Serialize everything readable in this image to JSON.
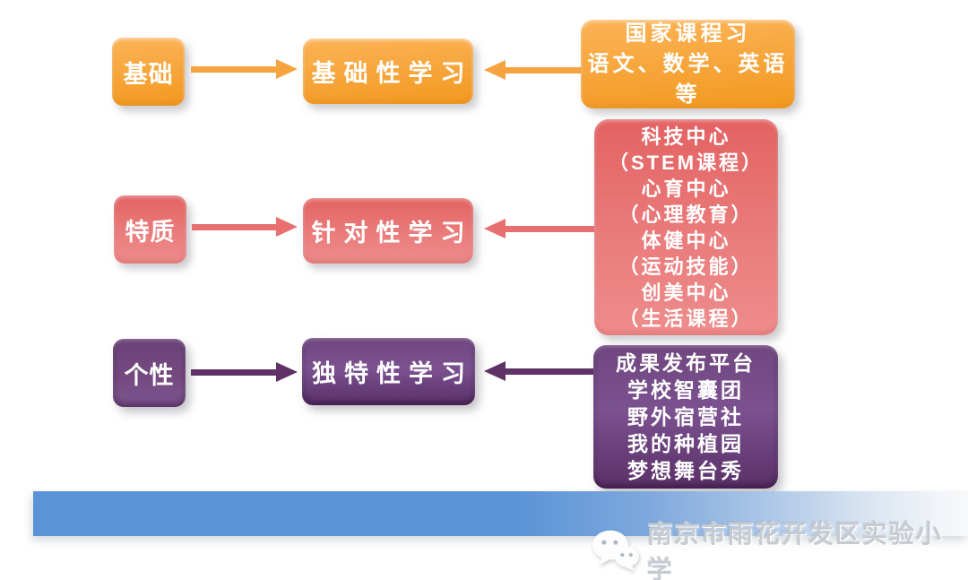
{
  "rows": [
    {
      "tag": "基础",
      "center": "基础性学习",
      "details": [
        "国家课程习",
        "语文、数学、英语等"
      ],
      "color": "#F5A43C"
    },
    {
      "tag": "特质",
      "center": "针对性学习",
      "details": [
        "科技中心",
        "（STEM课程）",
        "心育中心",
        "（心理教育）",
        "体健中心",
        "（运动技能）",
        "创美中心",
        "（生活课程）"
      ],
      "color": "#E87070"
    },
    {
      "tag": "个性",
      "center": "独特性学习",
      "details": [
        "成果发布平台",
        "学校智囊团",
        "野外宿营社",
        "我的种植园",
        "梦想舞台秀"
      ],
      "color": "#5E3266"
    }
  ],
  "footer": {
    "watermark": "南京市雨花开发区实验小学",
    "icon": "wechat-icon",
    "bar_color": "#5B94D8"
  }
}
